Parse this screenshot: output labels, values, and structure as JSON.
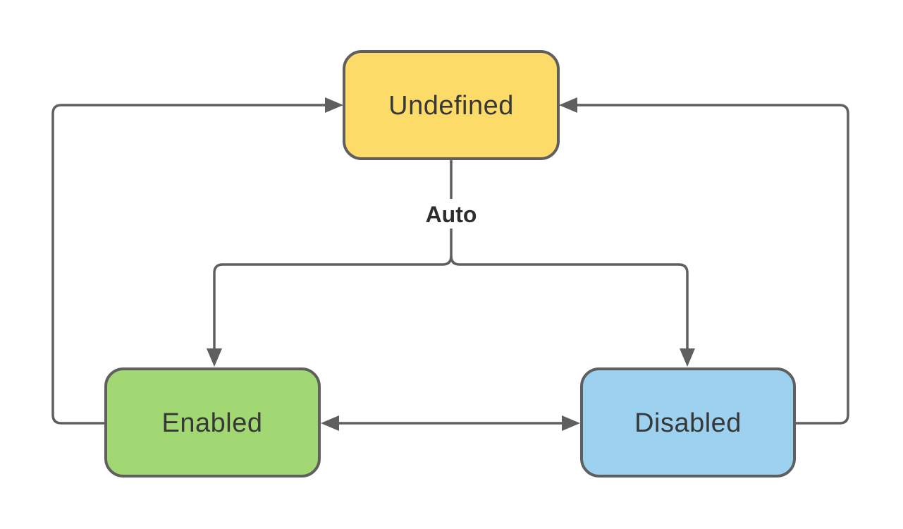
{
  "diagram": {
    "type": "state-diagram",
    "background": "#ffffff",
    "line_color": "#5f5f5f",
    "text_color": "#383838",
    "nodes": [
      {
        "id": "undefined",
        "label": "Undefined",
        "fill": "#FDDB69",
        "border": "#5f5f5f"
      },
      {
        "id": "enabled",
        "label": "Enabled",
        "fill": "#A2D874",
        "border": "#5f5f5f"
      },
      {
        "id": "disabled",
        "label": "Disabled",
        "fill": "#9CD2F0",
        "border": "#5f5f5f"
      }
    ],
    "edges": [
      {
        "from": "undefined",
        "to": "enabled",
        "label": "Auto"
      },
      {
        "from": "undefined",
        "to": "disabled",
        "label": "Auto"
      },
      {
        "from": "enabled",
        "to": "undefined",
        "label": ""
      },
      {
        "from": "disabled",
        "to": "undefined",
        "label": ""
      },
      {
        "from": "enabled",
        "to": "disabled",
        "label": "",
        "bidirectional": true
      }
    ]
  }
}
